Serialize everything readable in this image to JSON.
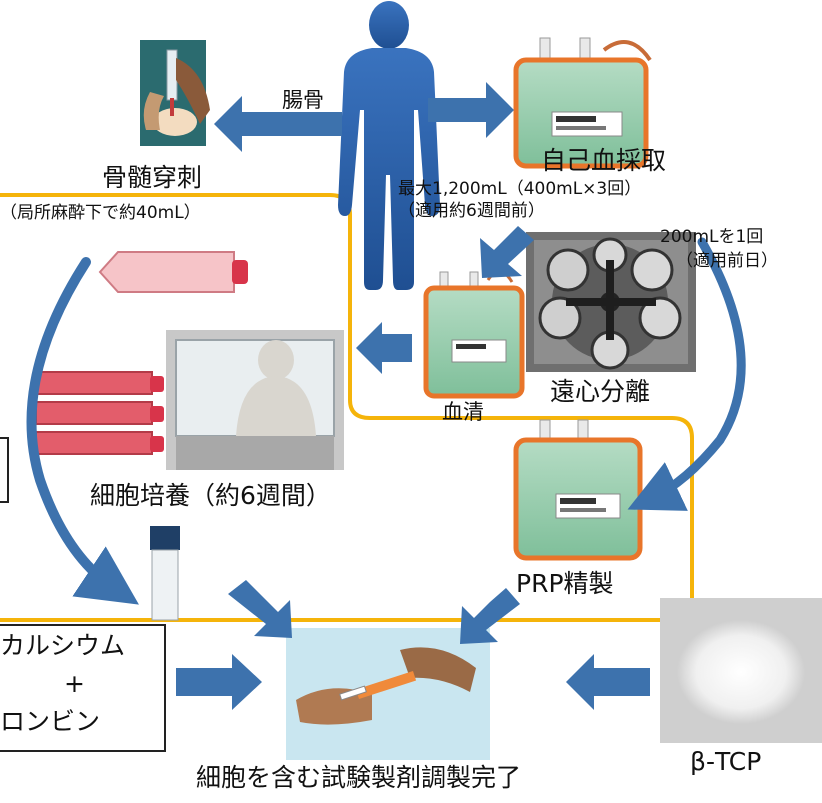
{
  "labels": {
    "ilium": "腸骨",
    "bone_marrow": "骨髄穿刺",
    "bone_marrow_note": "（局所麻酔下で約40mL）",
    "autologous_blood": "自己血採取",
    "blood_max": "最大1,200mL（400mL×3回）",
    "blood_timing": "（適用約6週間前）",
    "centrifuge_amount": "200mLを1回",
    "centrifuge_timing": "（適用前日）",
    "centrifuge": "遠心分離",
    "serum": "血清",
    "cell_culture": "細胞培養（約6週間）",
    "prp": "PRP精製",
    "calcium": "カルシウム",
    "plus": "+",
    "thrombin": "ロンビン",
    "beta_tcp": "β-TCP",
    "final": "細胞を含む試験製剤調製完了"
  },
  "colors": {
    "arrow": "#3d72ad",
    "arrow_dark": "#2f5d94",
    "highlight_border": "#f5b40a",
    "human": "#2a5fa8",
    "bag_liquid": "#8cc9a8",
    "bag_border": "#e8752a"
  }
}
